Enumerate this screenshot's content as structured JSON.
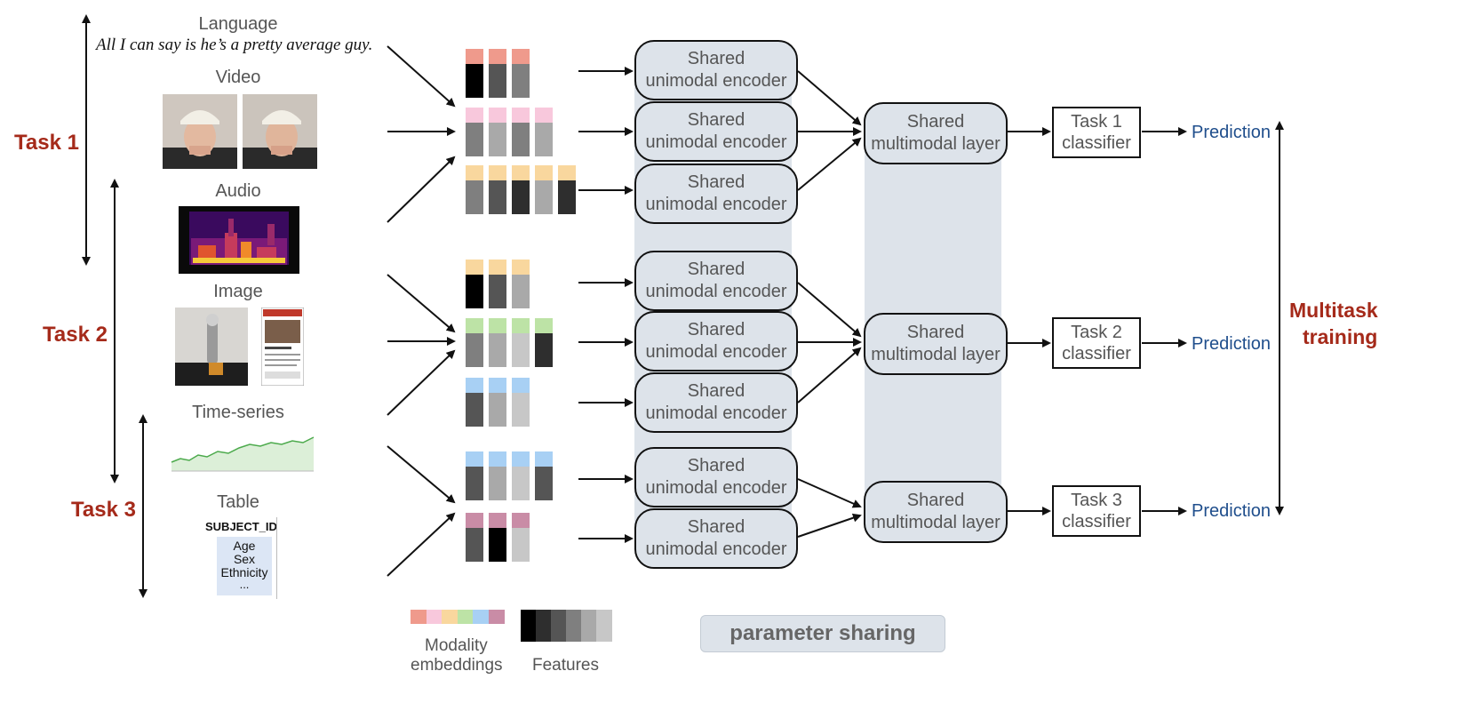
{
  "inputs": {
    "language_label": "Language",
    "language_sentence": "All I can say is he’s a pretty average guy.",
    "video_label": "Video",
    "audio_label": "Audio",
    "image_label": "Image",
    "timeseries_label": "Time-series",
    "table_label": "Table",
    "table_header": "SUBJECT_ID",
    "table_rows": [
      "Age",
      "Sex",
      "Ethnicity",
      "..."
    ]
  },
  "tasks": [
    "Task 1",
    "Task 2",
    "Task 3"
  ],
  "encoder": {
    "line1": "Shared",
    "line2": "unimodal encoder"
  },
  "multimodal": {
    "line1": "Shared",
    "line2": "multimodal layer"
  },
  "classifiers": [
    {
      "line1": "Task 1",
      "line2": "classifier"
    },
    {
      "line1": "Task 2",
      "line2": "classifier"
    },
    {
      "line1": "Task 3",
      "line2": "classifier"
    }
  ],
  "prediction_label": "Prediction",
  "multitask": {
    "line1": "Multitask",
    "line2": "training"
  },
  "legend": {
    "modality_line1": "Modality",
    "modality_line2": "embeddings",
    "features": "Features",
    "parameter_sharing": "parameter sharing",
    "modality_colors": [
      "#ef9a8c",
      "#f8c8dc",
      "#f9d79e",
      "#bde3a6",
      "#a8d0f4",
      "#c98ca6"
    ],
    "feature_colors": [
      "#000000",
      "#2e2e2e",
      "#555555",
      "#7f7f7f",
      "#a9a9a9",
      "#c7c7c7"
    ]
  },
  "colors": {
    "task_red": "#a52a1a",
    "prediction_blue": "#1f4e8c",
    "shared_fill": "#dde3ea"
  }
}
